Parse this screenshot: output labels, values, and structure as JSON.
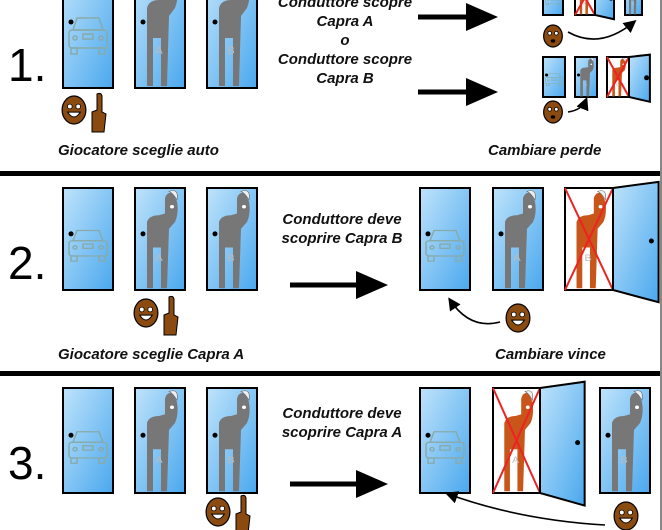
{
  "rows": [
    {
      "number": "1.",
      "left_caption": "Giocatore sceglie auto",
      "right_caption": "Cambiare perde",
      "host_text_a": "Conduttore scopre",
      "host_text_b": "Capra A",
      "or": "o",
      "host_text_c": "Conduttore scopre",
      "host_text_d": "Capra B"
    },
    {
      "number": "2.",
      "left_caption": "Giocatore sceglie Capra A",
      "right_caption": "Cambiare vince",
      "host_text_a": "Conduttore deve",
      "host_text_b": "scoprire Capra B"
    },
    {
      "number": "3.",
      "host_text_a": "Conduttore deve",
      "host_text_b": "scoprire Capra A"
    }
  ],
  "door_labels": {
    "goat_a": "A",
    "goat_b": "B"
  },
  "colors": {
    "door": "#4aa8ee",
    "goat": "#777777",
    "goat_revealed": "#c8561a",
    "cross": "#ee2222",
    "face": "#8a4a10"
  }
}
